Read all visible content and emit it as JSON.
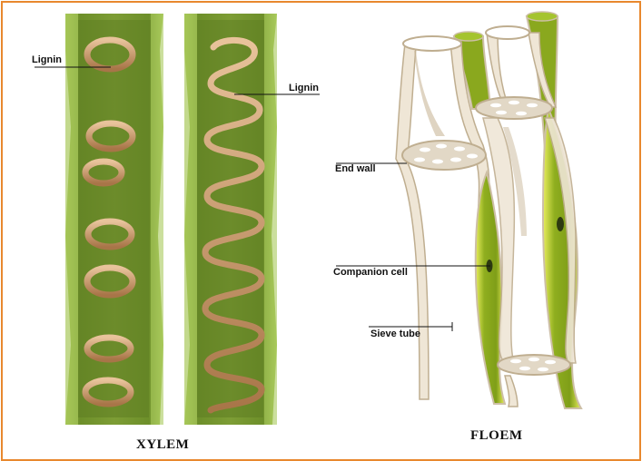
{
  "figure": {
    "border_color": "#e8882e",
    "xylem": {
      "caption": "XYLEM",
      "labels": {
        "lignin_left": "Lignin",
        "lignin_right": "Lignin"
      },
      "colors": {
        "wall": "#86a83a",
        "inner": "#5f7e22",
        "ring": "#c99a6e"
      }
    },
    "floem": {
      "caption": "FLOEM",
      "labels": {
        "end_wall": "End wall",
        "companion_cell": "Companion cell",
        "sieve_tube": "Sieve tube"
      },
      "colors": {
        "tube_wall": "#cdbfa6",
        "companion": "#8aa81e",
        "companion_edge": "#e7ec5a"
      }
    }
  }
}
